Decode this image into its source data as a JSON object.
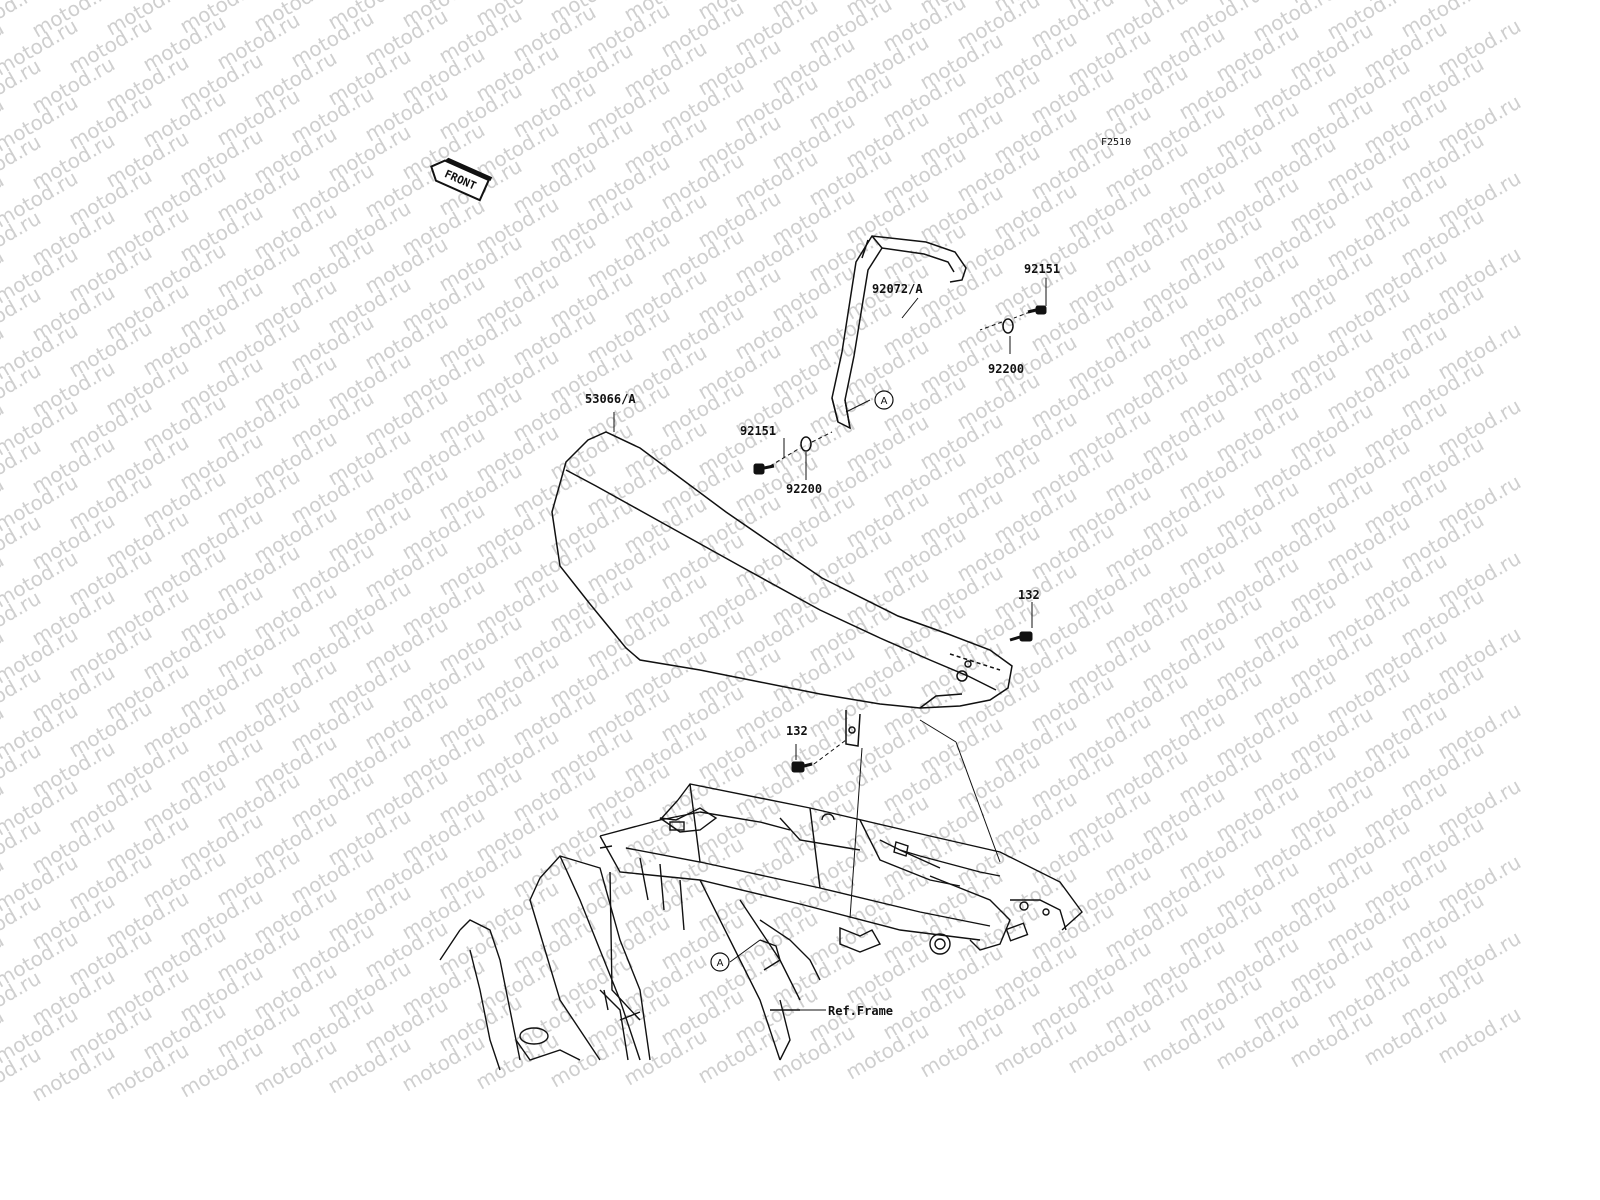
{
  "watermark": {
    "text": "motod.ru"
  },
  "diagram": {
    "code": "F2510",
    "front_label": "FRONT",
    "ref_marker": "A",
    "parts": {
      "seat": "53066/A",
      "grab_bar": "92072/A",
      "bolt_upper_right": "92151",
      "washer_upper_right": "92200",
      "bolt_left": "92151",
      "washer_left": "92200",
      "bolt_right": "132",
      "bolt_lower": "132",
      "frame": "Ref.Frame"
    }
  }
}
